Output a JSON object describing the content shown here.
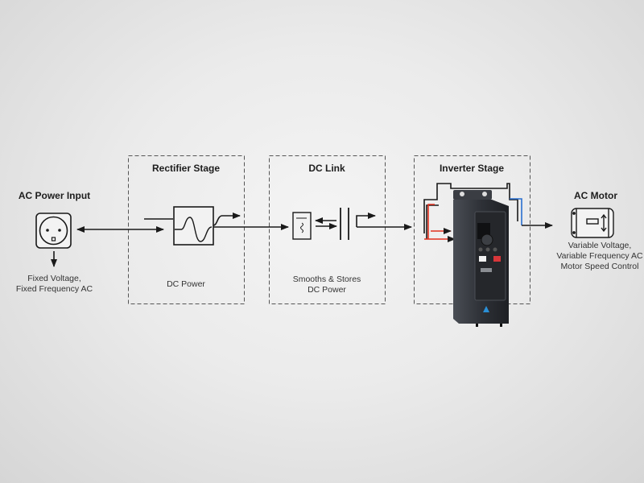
{
  "ac_input": {
    "title": "AC Power Input",
    "caption_line1": "Fixed Voltage,",
    "caption_line2": "Fixed Frequency AC"
  },
  "rectifier": {
    "title": "Rectifier Stage",
    "caption": "DC Power"
  },
  "dc_link": {
    "title": "DC Link",
    "caption_line1": "Smooths & Stores",
    "caption_line2": "DC Power"
  },
  "inverter": {
    "title": "Inverter Stage"
  },
  "ac_motor": {
    "title": "AC Motor",
    "caption_line1": "Variable Voltage,",
    "caption_line2": "Variable Frequency AC",
    "caption_line3": "Motor Speed Control"
  },
  "colors": {
    "line": "#1a1a1a",
    "dashed": "#555555",
    "red_wire": "#e0301e",
    "blue_wire": "#2a6fd0",
    "drive_body": "#2e3137",
    "accent": "#2a8fd6"
  }
}
